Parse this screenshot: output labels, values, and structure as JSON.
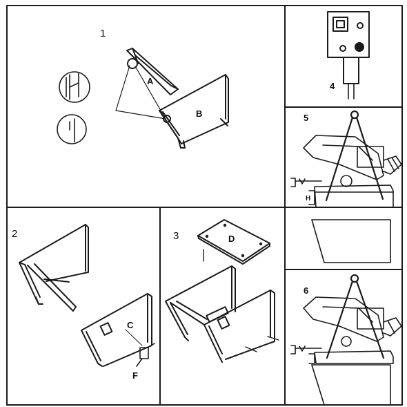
{
  "panels": {
    "p1": {
      "number": "1",
      "labels": {
        "a": "A",
        "b": "B"
      }
    },
    "p2": {
      "number": "2",
      "labels": {
        "c": "C",
        "f": "F"
      }
    },
    "p3": {
      "number": "3",
      "labels": {
        "d": "D"
      }
    },
    "p4": {
      "number": "4"
    },
    "p5": {
      "number": "5",
      "labels": {
        "h": "H"
      }
    },
    "p6": {
      "number": "6"
    }
  },
  "colors": {
    "ink": "#1a1a1a",
    "paper": "#ffffff"
  }
}
